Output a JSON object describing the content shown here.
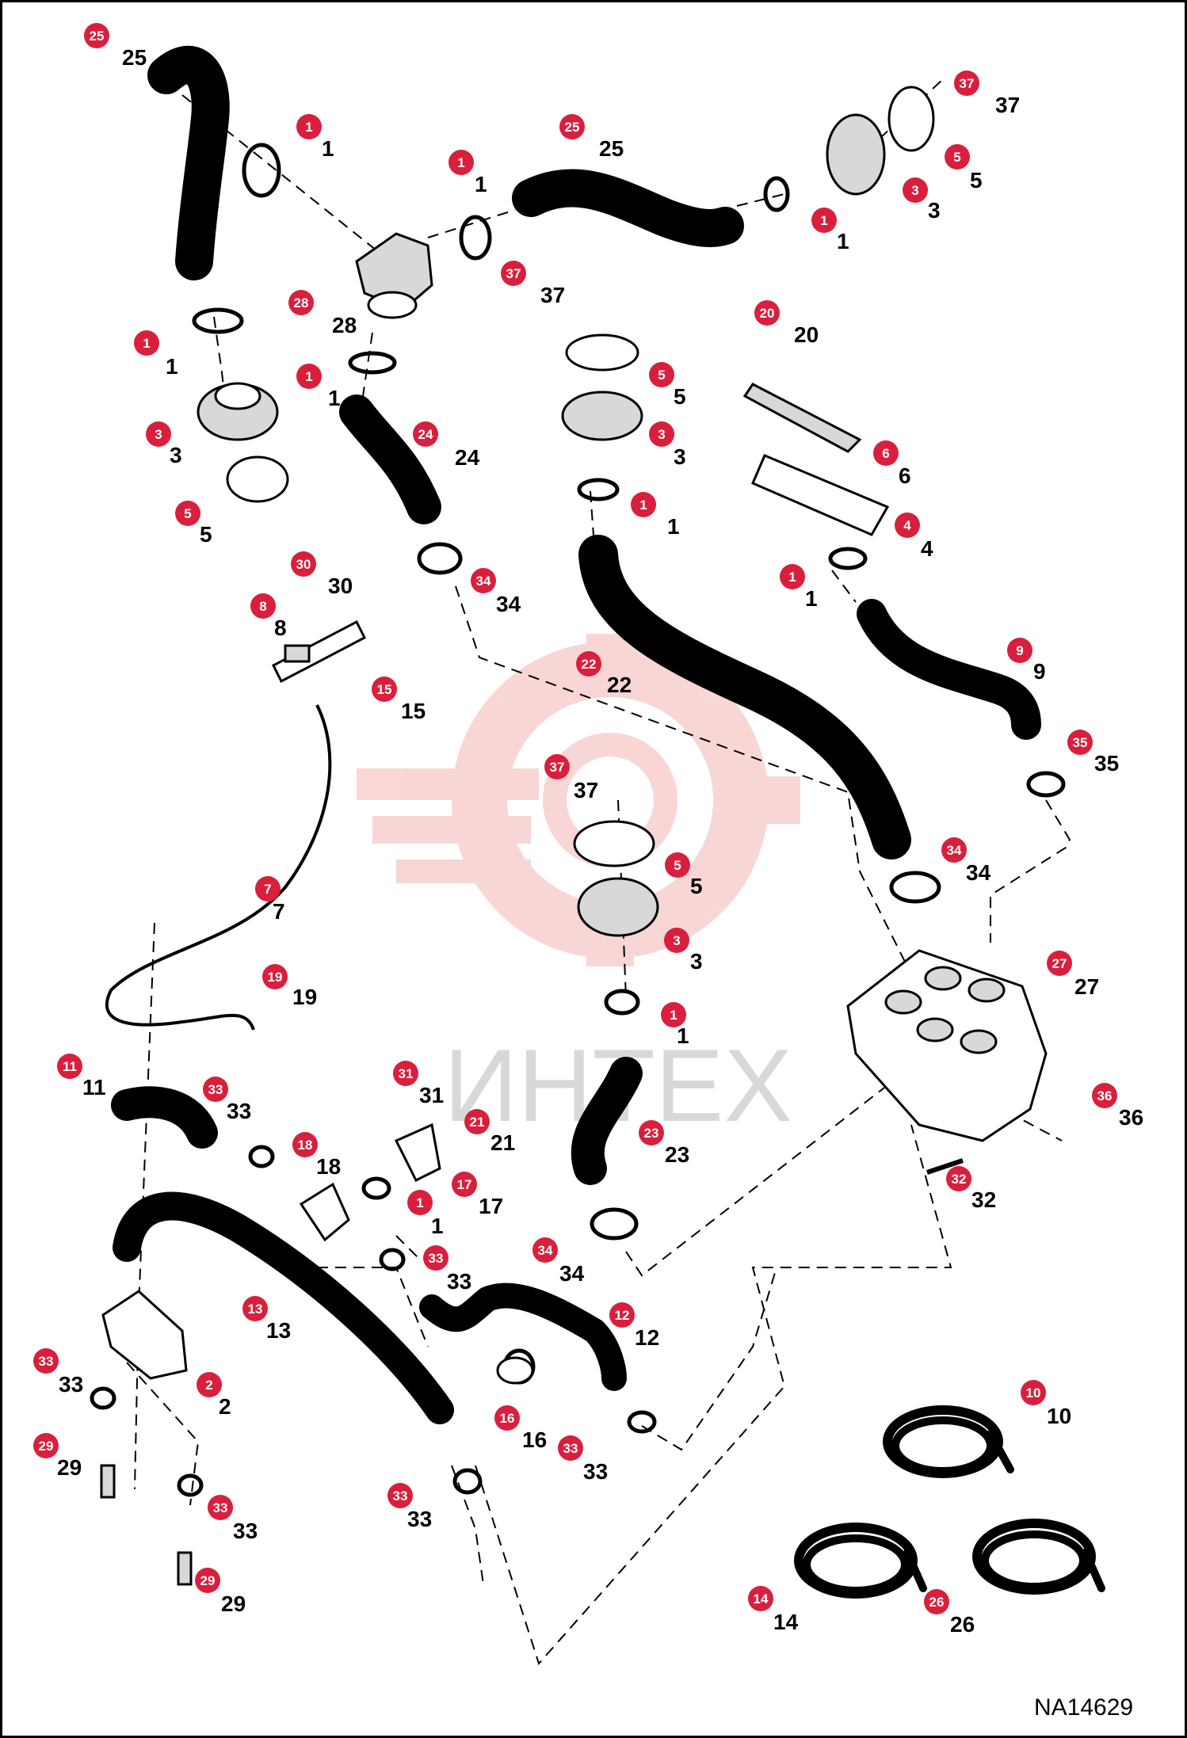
{
  "drawing_number": "NA14629",
  "watermark": {
    "text": "ИНТЕХ",
    "color": "#f4b6b6"
  },
  "colors": {
    "callout_badge": "#d91f3c",
    "line": "#000000"
  },
  "callouts": [
    {
      "num": "25",
      "label": "25"
    },
    {
      "num": "1",
      "label": "1"
    },
    {
      "num": "1",
      "label": "1"
    },
    {
      "num": "25",
      "label": "25"
    },
    {
      "num": "37",
      "label": "37"
    },
    {
      "num": "5",
      "label": "5"
    },
    {
      "num": "3",
      "label": "3"
    },
    {
      "num": "1",
      "label": "1"
    },
    {
      "num": "28",
      "label": "28"
    },
    {
      "num": "37",
      "label": "37"
    },
    {
      "num": "1",
      "label": "1"
    },
    {
      "num": "1",
      "label": "1"
    },
    {
      "num": "20",
      "label": "20"
    },
    {
      "num": "5",
      "label": "5"
    },
    {
      "num": "3",
      "label": "3"
    },
    {
      "num": "3",
      "label": "3"
    },
    {
      "num": "24",
      "label": "24"
    },
    {
      "num": "6",
      "label": "6"
    },
    {
      "num": "5",
      "label": "5"
    },
    {
      "num": "1",
      "label": "1"
    },
    {
      "num": "4",
      "label": "4"
    },
    {
      "num": "30",
      "label": "30"
    },
    {
      "num": "34",
      "label": "34"
    },
    {
      "num": "1",
      "label": "1"
    },
    {
      "num": "8",
      "label": "8"
    },
    {
      "num": "22",
      "label": "22"
    },
    {
      "num": "9",
      "label": "9"
    },
    {
      "num": "15",
      "label": "15"
    },
    {
      "num": "35",
      "label": "35"
    },
    {
      "num": "37",
      "label": "37"
    },
    {
      "num": "34",
      "label": "34"
    },
    {
      "num": "5",
      "label": "5"
    },
    {
      "num": "7",
      "label": "7"
    },
    {
      "num": "3",
      "label": "3"
    },
    {
      "num": "19",
      "label": "19"
    },
    {
      "num": "27",
      "label": "27"
    },
    {
      "num": "1",
      "label": "1"
    },
    {
      "num": "11",
      "label": "11"
    },
    {
      "num": "31",
      "label": "31"
    },
    {
      "num": "33",
      "label": "33"
    },
    {
      "num": "36",
      "label": "36"
    },
    {
      "num": "21",
      "label": "21"
    },
    {
      "num": "23",
      "label": "23"
    },
    {
      "num": "18",
      "label": "18"
    },
    {
      "num": "32",
      "label": "32"
    },
    {
      "num": "17",
      "label": "17"
    },
    {
      "num": "1",
      "label": "1"
    },
    {
      "num": "34",
      "label": "34"
    },
    {
      "num": "33",
      "label": "33"
    },
    {
      "num": "13",
      "label": "13"
    },
    {
      "num": "12",
      "label": "12"
    },
    {
      "num": "2",
      "label": "2"
    },
    {
      "num": "33",
      "label": "33"
    },
    {
      "num": "16",
      "label": "16"
    },
    {
      "num": "10",
      "label": "10"
    },
    {
      "num": "33",
      "label": "33"
    },
    {
      "num": "29",
      "label": "29"
    },
    {
      "num": "33",
      "label": "33"
    },
    {
      "num": "33",
      "label": "33"
    },
    {
      "num": "29",
      "label": "29"
    },
    {
      "num": "14",
      "label": "14"
    },
    {
      "num": "26",
      "label": "26"
    }
  ]
}
